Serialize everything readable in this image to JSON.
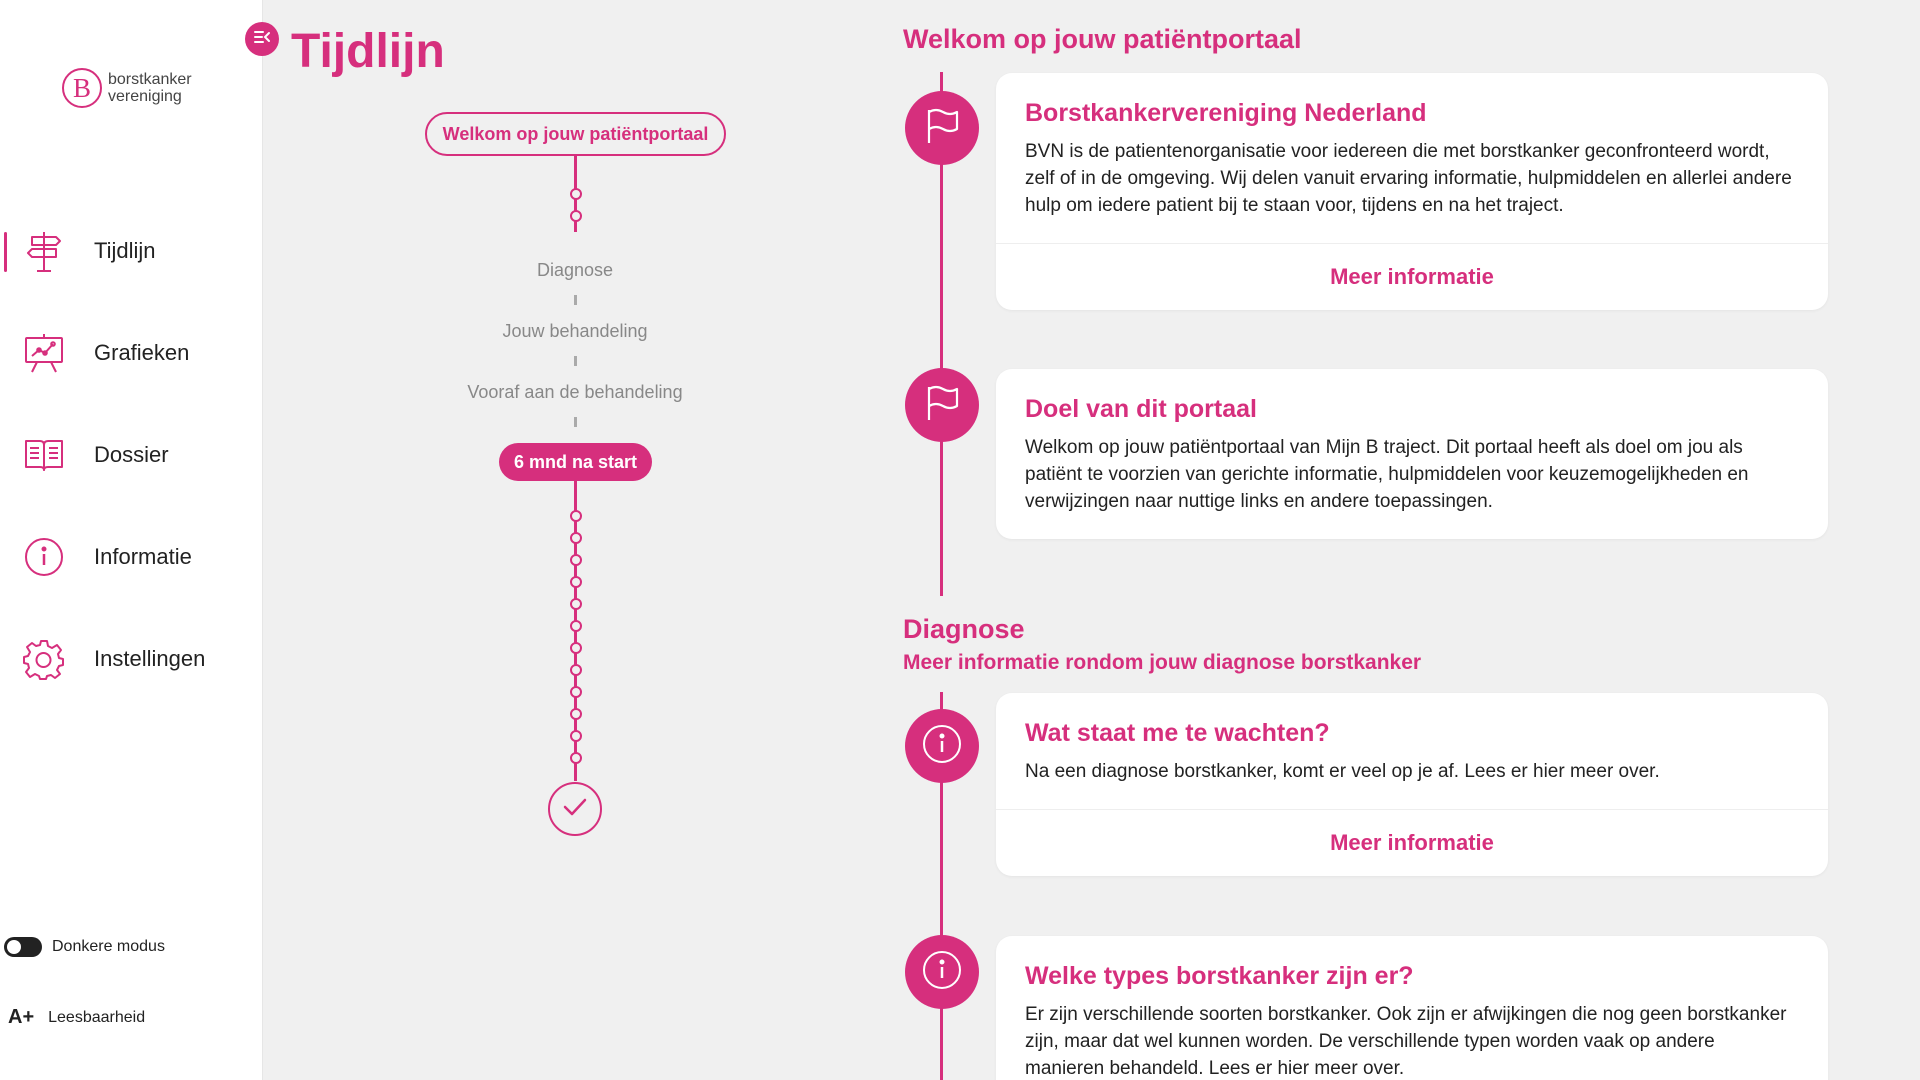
{
  "brand": {
    "logo_letter": "B",
    "line1": "borstkanker",
    "line2": "vereniging"
  },
  "sidebar": {
    "items": [
      {
        "label": "Tijdlijn",
        "icon": "signpost-icon"
      },
      {
        "label": "Grafieken",
        "icon": "chart-board-icon"
      },
      {
        "label": "Dossier",
        "icon": "book-icon"
      },
      {
        "label": "Informatie",
        "icon": "info-icon"
      },
      {
        "label": "Instellingen",
        "icon": "gear-icon"
      }
    ],
    "dark_mode_label": "Donkere modus",
    "readability_icon": "A+",
    "readability_label": "Leesbaarheid"
  },
  "page": {
    "title": "Tijdlijn"
  },
  "mini_timeline": {
    "start_label": "Welkom op jouw patiëntportaal",
    "steps": [
      "Diagnose",
      "Jouw behandeling",
      "Vooraf aan de behandeling"
    ],
    "current_label": "6 mnd na start"
  },
  "timeline": {
    "intro_heading": "Welkom op jouw patiëntportaal",
    "intro_cards": [
      {
        "title": "Borstkankervereniging Nederland",
        "text": "BVN is de patientenorganisatie voor iedereen die met borstkanker geconfronteerd wordt, zelf of in de omgeving. Wij delen vanuit ervaring informatie, hulpmiddelen en allerlei andere hulp om iedere patient bij te staan voor, tijdens en na het traject.",
        "link": "Meer informatie"
      },
      {
        "title": "Doel van dit portaal",
        "text": "Welkom op jouw patiëntportaal van Mijn B traject. Dit portaal heeft als doel om jou als patiënt te voorzien van gerichte informatie, hulpmiddelen voor keuzemogelijkheden en verwijzingen naar nuttige links en andere toepassingen."
      }
    ],
    "diagnose_heading": "Diagnose",
    "diagnose_sub": "Meer informatie rondom jouw diagnose borstkanker",
    "diagnose_cards": [
      {
        "title": "Wat staat me te wachten?",
        "text": "Na een diagnose borstkanker, komt er veel op je af. Lees er hier meer over.",
        "link": "Meer informatie"
      },
      {
        "title": "Welke types borstkanker zijn er?",
        "text": "Er zijn verschillende soorten borstkanker. Ook zijn er afwijkingen die nog geen borstkanker zijn, maar dat wel kunnen worden. De verschillende typen worden vaak op andere manieren behandeld. Lees er hier meer over."
      }
    ]
  },
  "colors": {
    "accent": "#d62f7d",
    "background": "#f0f0f0"
  }
}
